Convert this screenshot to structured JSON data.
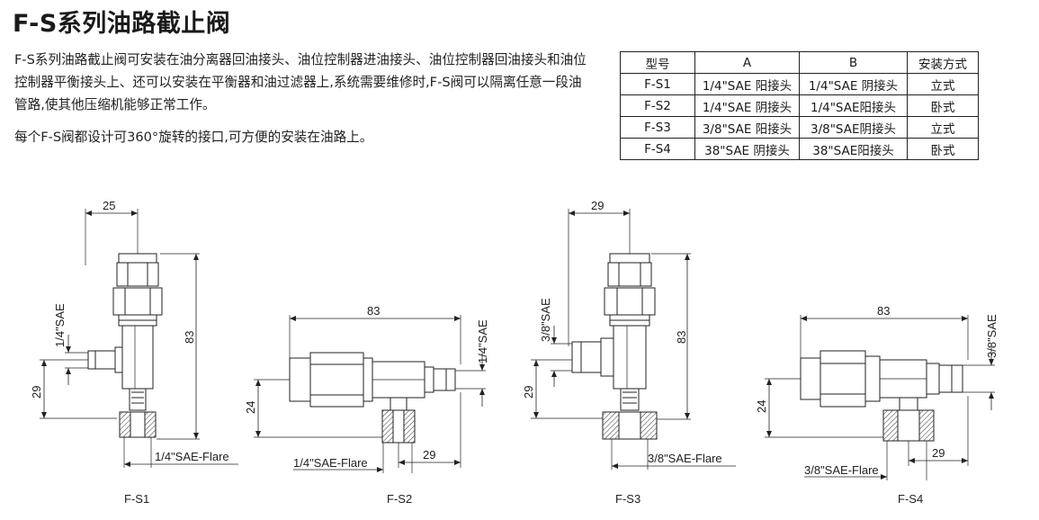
{
  "title": "F-S系列油路截止阀",
  "description": "F-S系列油路截止阀可安装在油分离器回油接头、油位控制器进油接头、油位控制器回油接头和油位控制器平衡接头上、还可以安装在平衡器和油过滤器上,系统需要维修时,F-S阀可以隔离任意一段油管路,使其他压缩机能够正常工作。",
  "note": "每个F-S阀都设计可360°旋转的接口,可方便的安装在油路上。",
  "spec_table": {
    "headers": [
      "型号",
      "A",
      "B",
      "安装方式"
    ],
    "rows": [
      [
        "F-S1",
        "1/4\"SAE 阳接头",
        "1/4\"SAE 阴接头",
        "立式"
      ],
      [
        "F-S2",
        "1/4\"SAE 阴接头",
        "1/4\"SAE阳接头",
        "卧式"
      ],
      [
        "F-S3",
        "3/8\"SAE 阳接头",
        "3/8\"SAE阴接头",
        "立式"
      ],
      [
        "F-S4",
        "38\"SAE 阴接头",
        "38\"SAE阳接头",
        "卧式"
      ]
    ]
  },
  "drawings": {
    "fs1": {
      "caption": "F-S1",
      "top_width": "25",
      "height": "83",
      "side_height": "29",
      "port_a": "1/4\"SAE",
      "port_b": "1/4\"SAE-Flare"
    },
    "fs2": {
      "caption": "F-S2",
      "length": "83",
      "height": "24",
      "offset": "29",
      "port_a": "1/4\"SAE",
      "port_b": "1/4\"SAE-Flare"
    },
    "fs3": {
      "caption": "F-S3",
      "top_width": "29",
      "height": "83",
      "side_height": "29",
      "port_a": "3/8\"SAE",
      "port_b": "3/8\"SAE-Flare"
    },
    "fs4": {
      "caption": "F-S4",
      "length": "83",
      "height": "24",
      "offset": "29",
      "port_a": "3/8\"SAE",
      "port_b": "3/8\"SAE-Flare"
    }
  }
}
